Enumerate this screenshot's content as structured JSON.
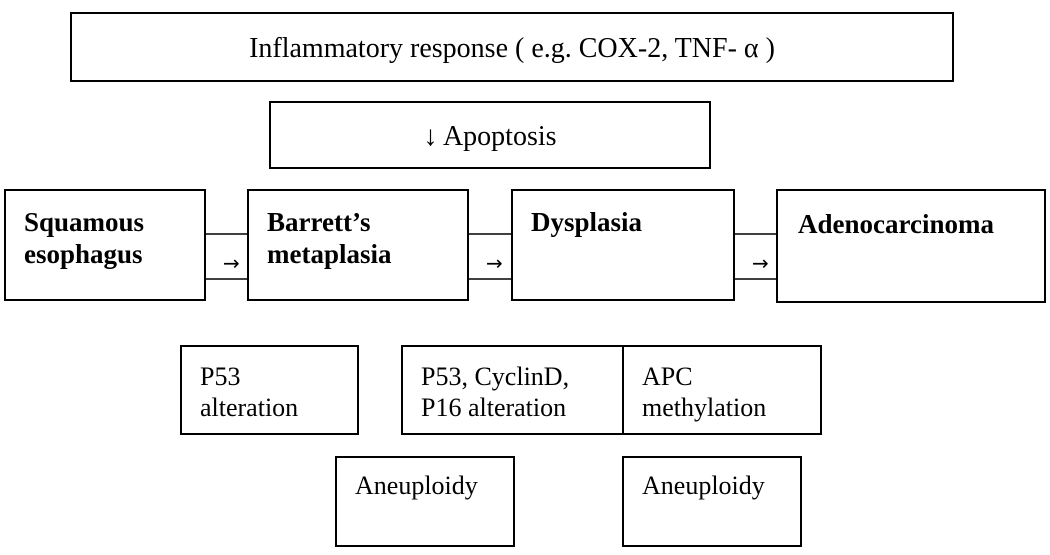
{
  "inflammatory": "Inflammatory response ( e.g. COX-2, TNF- α  )",
  "apoptosis": "↓ Apoptosis",
  "stages": [
    "Squamous\nesophagus",
    "Barrett’s\nmetaplasia",
    "Dysplasia",
    "Adenocarcinoma"
  ],
  "markers": {
    "p53": "P53\nalteration",
    "p53_cyclin_p16": "P53, CyclinD,\nP16 alteration",
    "apc": "APC\nmethylation",
    "aneuploidy_1": "Aneuploidy",
    "aneuploidy_2": "Aneuploidy"
  }
}
